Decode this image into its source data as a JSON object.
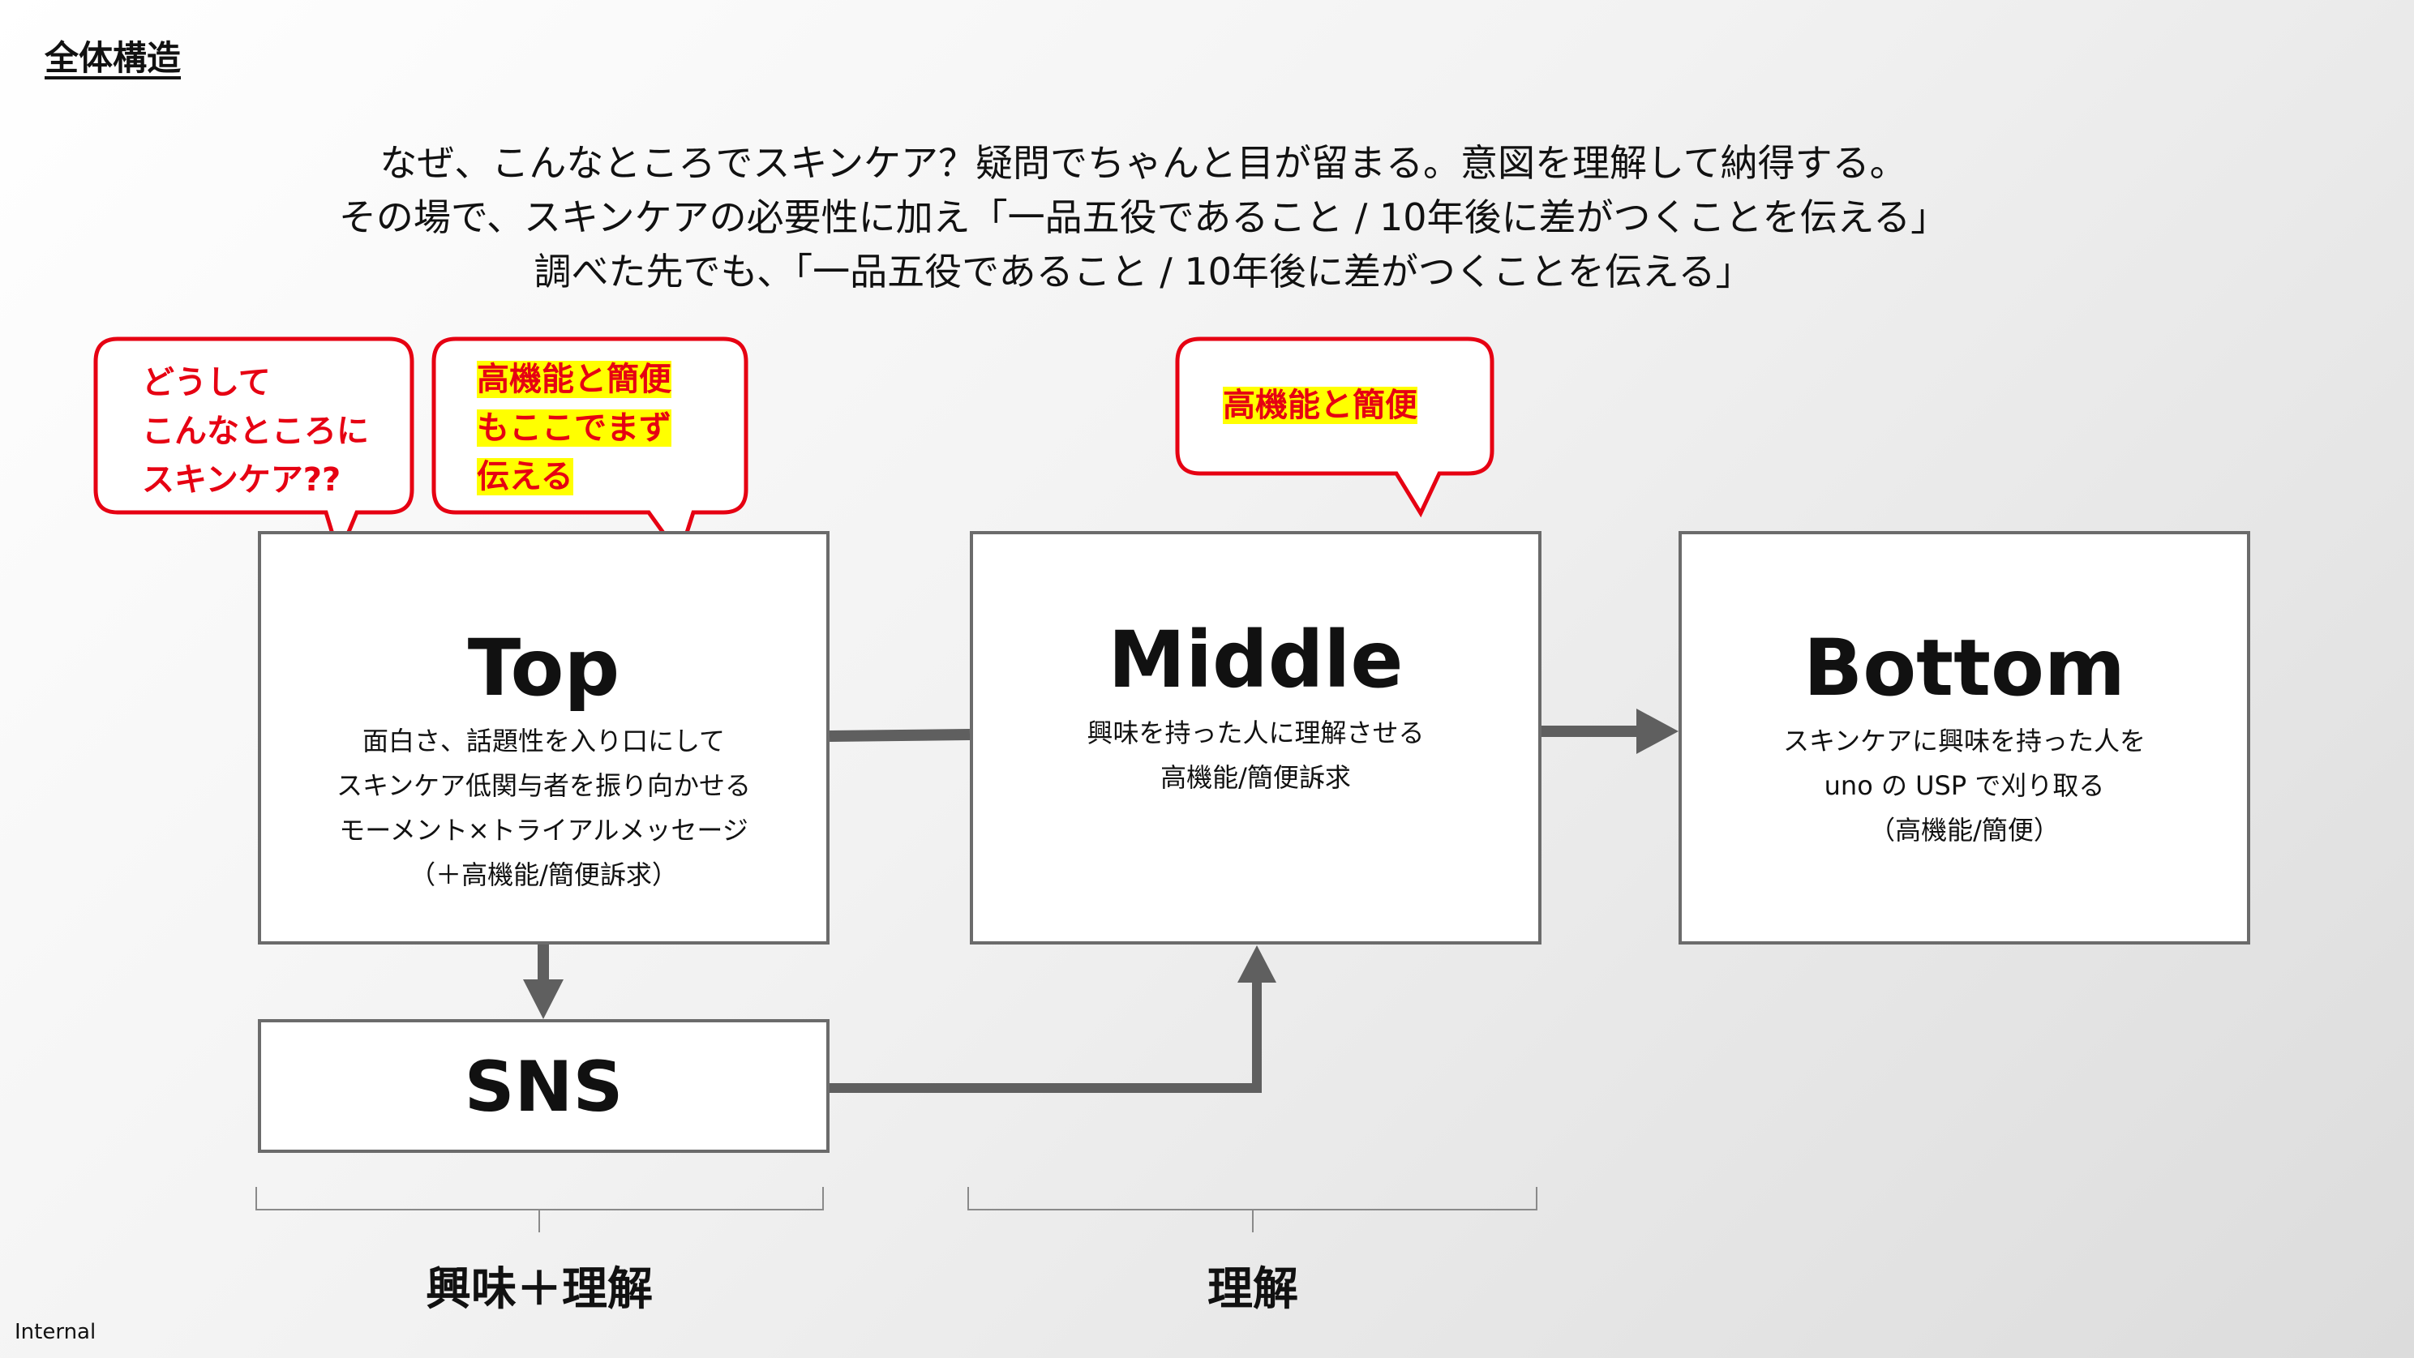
{
  "title": "全体構造",
  "intro": {
    "line1": "なぜ、こんなところでスキンケア？疑問でちゃんと目が留まる。意図を理解して納得する。",
    "line2": "その場で、スキンケアの必要性に加え「一品五役であること / 10年後に差がつくことを伝える」",
    "line3": "調べた先でも、「一品五役であること / 10年後に差がつくことを伝える」"
  },
  "bubbles": {
    "b1": {
      "lines": [
        "どうして",
        "こんなところに",
        "スキンケア??"
      ]
    },
    "b2": {
      "lines": [
        "高機能と簡便",
        "もここでまず",
        "伝える"
      ]
    },
    "b3": {
      "lines": [
        "高機能と簡便"
      ]
    }
  },
  "boxes": {
    "top": {
      "title": "Top",
      "desc": [
        "面白さ、話題性を入り口にして",
        "スキンケア低関与者を振り向かせる",
        "モーメント×トライアルメッセージ",
        "（＋高機能/簡便訴求）"
      ]
    },
    "middle": {
      "title": "Middle",
      "desc": [
        "興味を持った人に理解させる",
        "高機能/簡便訴求"
      ]
    },
    "bottom": {
      "title": "Bottom",
      "desc": [
        "スキンケアに興味を持った人を",
        "uno の USP で刈り取る",
        "（高機能/簡便）"
      ]
    },
    "sns": {
      "title": "SNS"
    }
  },
  "brackets": {
    "left_label": "興味＋理解",
    "right_label": "理解"
  },
  "footer": "Internal",
  "colors": {
    "bubble_border": "#e60012",
    "highlight": "#ffff00",
    "arrow": "#5f5f5f",
    "box_border": "#6b6b6b"
  }
}
